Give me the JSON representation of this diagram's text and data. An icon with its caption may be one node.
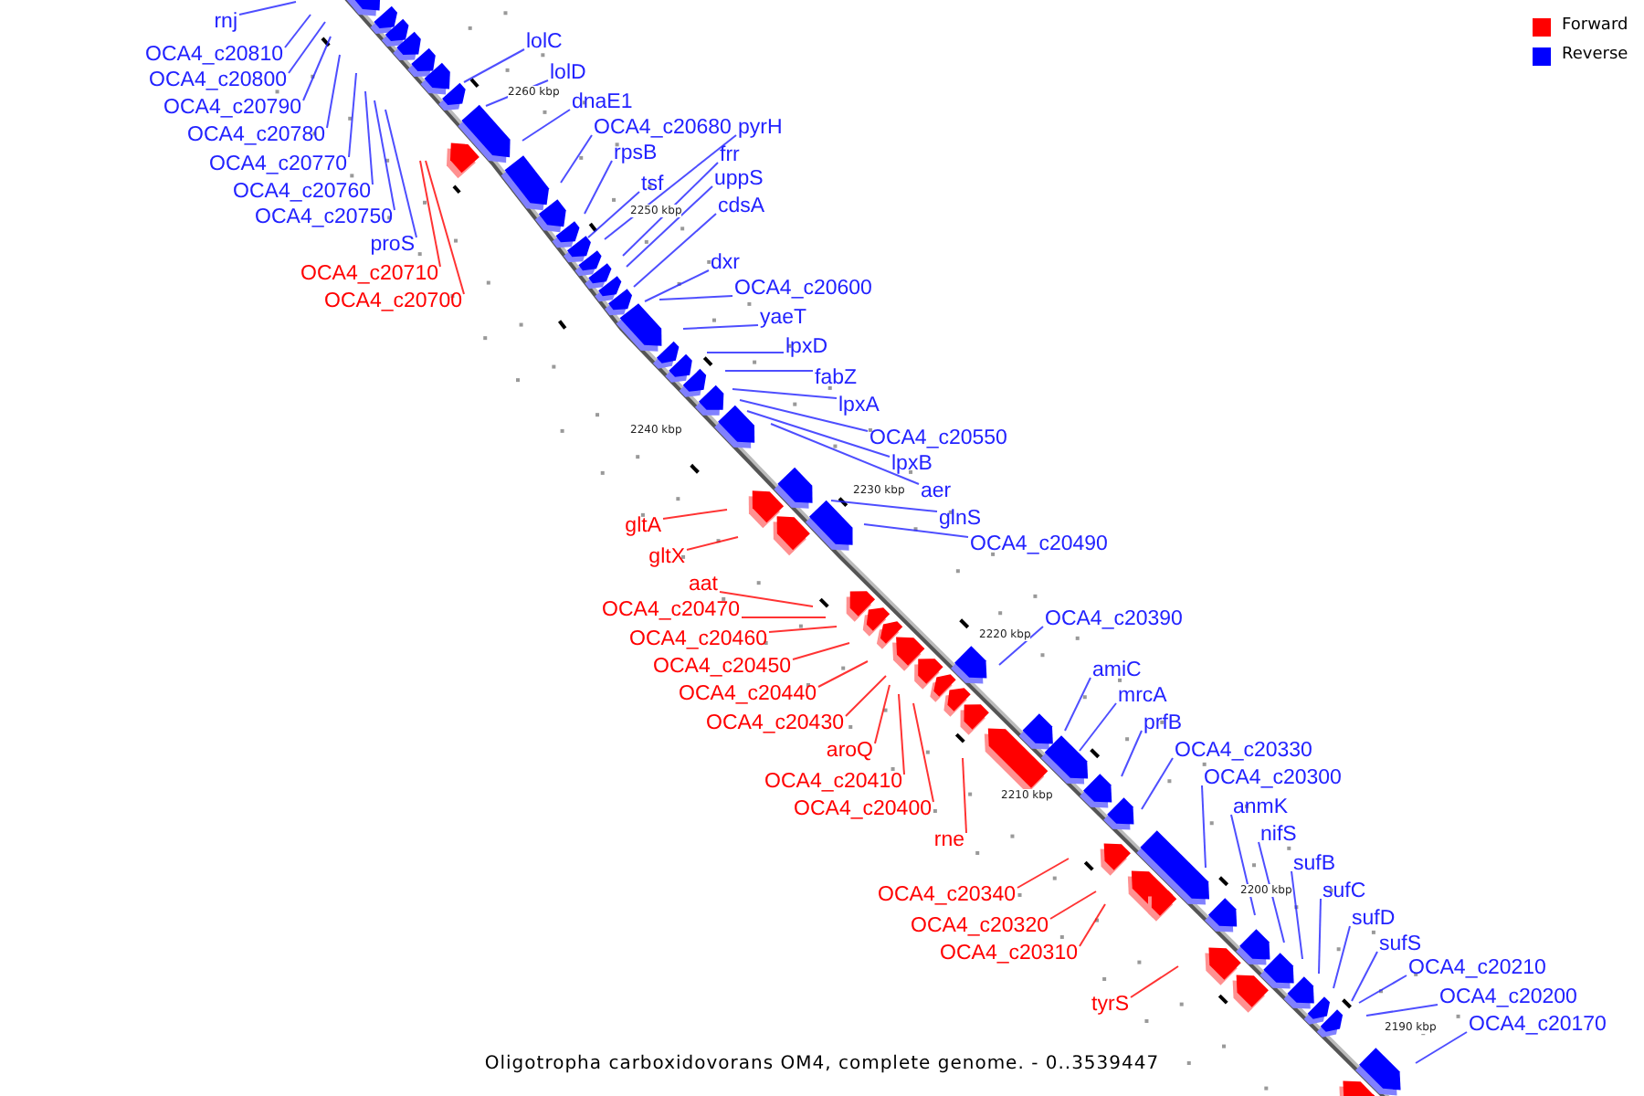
{
  "diagram": {
    "caption": "Oligotropha carboxidovorans OM4, complete genome. - 0..3539447",
    "nodes": [
      {
        "text": [
          "rnj"
        ]
      },
      {
        "text": [
          "OCA4_c20810"
        ]
      },
      {
        "text": [
          "lolC"
        ]
      },
      {
        "text": [
          "OCA4_c20800"
        ]
      },
      {
        "text": [
          "lolD"
        ]
      },
      {
        "text": [
          "OCA4_c20790"
        ]
      },
      {
        "text": [
          "dnaE1"
        ]
      },
      {
        "text": [
          "OCA4_c20680"
        ]
      },
      {
        "text": [
          "pyrH"
        ]
      },
      {
        "text": [
          "OCA4_c20780"
        ]
      },
      {
        "text": [
          "rpsB"
        ]
      },
      {
        "text": [
          "frr"
        ]
      },
      {
        "text": [
          "OCA4_c20770"
        ]
      },
      {
        "text": [
          "uppS"
        ]
      },
      {
        "text": [
          "tsf"
        ]
      },
      {
        "text": [
          "OCA4_c20760"
        ]
      },
      {
        "text": [
          "cdsA"
        ]
      },
      {
        "text": [
          "OCA4_c20750"
        ]
      },
      {
        "text": [
          "proS"
        ]
      },
      {
        "text": [
          "dxr"
        ]
      },
      {
        "text": [
          "OCA4_c20710"
        ]
      },
      {
        "text": [
          "OCA4_c20600"
        ]
      },
      {
        "text": [
          "OCA4_c20700"
        ]
      },
      {
        "text": [
          "yaeT"
        ]
      },
      {
        "text": [
          "lpxD"
        ]
      },
      {
        "text": [
          "fabZ"
        ]
      },
      {
        "text": [
          "lpxA"
        ]
      },
      {
        "text": [
          "OCA4_c20550"
        ]
      },
      {
        "text": [
          "lpxB"
        ]
      },
      {
        "text": [
          "aer"
        ]
      },
      {
        "text": [
          "glnS"
        ]
      },
      {
        "text": [
          "gltA"
        ]
      },
      {
        "text": [
          "OCA4_c20490"
        ]
      },
      {
        "text": [
          "gltX"
        ]
      },
      {
        "text": [
          "aat"
        ]
      },
      {
        "text": [
          "OCA4_c20470"
        ]
      },
      {
        "text": [
          "OCA4_c20390"
        ]
      },
      {
        "text": [
          "OCA4_c20460"
        ]
      },
      {
        "text": [
          "OCA4_c20450"
        ]
      },
      {
        "text": [
          "amiC"
        ]
      },
      {
        "text": [
          "OCA4_c20440"
        ]
      },
      {
        "text": [
          "mrcA"
        ]
      },
      {
        "text": [
          "OCA4_c20430"
        ]
      },
      {
        "text": [
          "prfB"
        ]
      },
      {
        "text": [
          "aroQ"
        ]
      },
      {
        "text": [
          "OCA4_c20330"
        ]
      },
      {
        "text": [
          "OCA4_c20300"
        ]
      },
      {
        "text": [
          "OCA4_c20410"
        ]
      },
      {
        "text": [
          "anmK"
        ]
      },
      {
        "text": [
          "OCA4_c20400"
        ]
      },
      {
        "text": [
          "nifS"
        ]
      },
      {
        "text": [
          "rne"
        ]
      },
      {
        "text": [
          "sufB"
        ]
      },
      {
        "text": [
          "sufC"
        ]
      },
      {
        "text": [
          "OCA4_c20340"
        ]
      },
      {
        "text": [
          "sufD"
        ]
      },
      {
        "text": [
          "OCA4_c20320"
        ]
      },
      {
        "text": [
          "sufS"
        ]
      },
      {
        "text": [
          "OCA4_c20310"
        ]
      },
      {
        "text": [
          "OCA4_c20210"
        ]
      },
      {
        "text": [
          "OCA4_c20200"
        ]
      },
      {
        "text": [
          "tyrS"
        ]
      },
      {
        "text": [
          "OCA4_c20170"
        ]
      }
    ],
    "edges": [
      {
        "from": 0,
        "to": null,
        "arrow": "none"
      },
      {
        "from": 1,
        "to": null,
        "arrow": "none"
      },
      {
        "from": 2,
        "to": null,
        "arrow": "none"
      },
      {
        "from": 3,
        "to": null,
        "arrow": "none"
      },
      {
        "from": 4,
        "to": null,
        "arrow": "none"
      },
      {
        "from": 5,
        "to": null,
        "arrow": "none"
      },
      {
        "from": 6,
        "to": null,
        "arrow": "none"
      },
      {
        "from": 7,
        "to": null,
        "arrow": "none"
      },
      {
        "from": 8,
        "to": null,
        "arrow": "none"
      },
      {
        "from": 9,
        "to": null,
        "arrow": "none"
      },
      {
        "from": 10,
        "to": null,
        "arrow": "none"
      },
      {
        "from": 11,
        "to": null,
        "arrow": "none"
      },
      {
        "from": 12,
        "to": null,
        "arrow": "none"
      },
      {
        "from": 13,
        "to": null,
        "arrow": "none"
      },
      {
        "from": 14,
        "to": null,
        "arrow": "none"
      },
      {
        "from": 15,
        "to": null,
        "arrow": "none"
      },
      {
        "from": 16,
        "to": null,
        "arrow": "none"
      },
      {
        "from": 17,
        "to": null,
        "arrow": "none"
      },
      {
        "from": 18,
        "to": null,
        "arrow": "none"
      },
      {
        "from": 19,
        "to": null,
        "arrow": "none"
      },
      {
        "from": 20,
        "to": null,
        "arrow": "none",
        "color": "#ff0000"
      },
      {
        "from": 21,
        "to": null,
        "arrow": "none"
      },
      {
        "from": 22,
        "to": null,
        "arrow": "none",
        "color": "#ff0000"
      },
      {
        "from": 23,
        "to": null,
        "arrow": "none"
      },
      {
        "from": 24,
        "to": null,
        "arrow": "none"
      },
      {
        "from": 25,
        "to": null,
        "arrow": "none"
      },
      {
        "from": 26,
        "to": null,
        "arrow": "none"
      },
      {
        "from": 27,
        "to": null,
        "arrow": "none"
      },
      {
        "from": 28,
        "to": null,
        "arrow": "none"
      },
      {
        "from": 29,
        "to": null,
        "arrow": "none"
      },
      {
        "from": 30,
        "to": null,
        "arrow": "none"
      },
      {
        "from": 31,
        "to": null,
        "arrow": "none",
        "color": "#ff0000"
      },
      {
        "from": 32,
        "to": null,
        "arrow": "none"
      },
      {
        "from": 33,
        "to": null,
        "arrow": "none",
        "color": "#ff0000"
      },
      {
        "from": 34,
        "to": null,
        "arrow": "none",
        "color": "#ff0000"
      },
      {
        "from": 35,
        "to": null,
        "arrow": "none",
        "color": "#ff0000"
      },
      {
        "from": 36,
        "to": null,
        "arrow": "none"
      },
      {
        "from": 37,
        "to": null,
        "arrow": "none",
        "color": "#ff0000"
      },
      {
        "from": 38,
        "to": null,
        "arrow": "none",
        "color": "#ff0000"
      },
      {
        "from": 39,
        "to": null,
        "arrow": "none"
      },
      {
        "from": 40,
        "to": null,
        "arrow": "none",
        "color": "#ff0000"
      },
      {
        "from": 41,
        "to": null,
        "arrow": "none"
      },
      {
        "from": 42,
        "to": null,
        "arrow": "none",
        "color": "#ff0000"
      },
      {
        "from": 43,
        "to": null,
        "arrow": "none"
      },
      {
        "from": 44,
        "to": null,
        "arrow": "none",
        "color": "#ff0000"
      },
      {
        "from": 45,
        "to": null,
        "arrow": "none"
      },
      {
        "from": 46,
        "to": null,
        "arrow": "none"
      },
      {
        "from": 47,
        "to": null,
        "arrow": "none",
        "color": "#ff0000"
      },
      {
        "from": 48,
        "to": null,
        "arrow": "none"
      },
      {
        "from": 49,
        "to": null,
        "arrow": "none",
        "color": "#ff0000"
      },
      {
        "from": 50,
        "to": null,
        "arrow": "none"
      },
      {
        "from": 51,
        "to": null,
        "arrow": "none",
        "color": "#ff0000"
      },
      {
        "from": 52,
        "to": null,
        "arrow": "none"
      },
      {
        "from": 53,
        "to": null,
        "arrow": "none"
      },
      {
        "from": 54,
        "to": null,
        "arrow": "none",
        "color": "#ff0000"
      },
      {
        "from": 55,
        "to": null,
        "arrow": "none"
      },
      {
        "from": 56,
        "to": null,
        "arrow": "none",
        "color": "#ff0000"
      },
      {
        "from": 57,
        "to": null,
        "arrow": "none"
      },
      {
        "from": 58,
        "to": null,
        "arrow": "none",
        "color": "#ff0000"
      },
      {
        "from": 59,
        "to": null,
        "arrow": "none"
      },
      {
        "from": 60,
        "to": null,
        "arrow": "none"
      },
      {
        "from": 61,
        "to": null,
        "arrow": "none",
        "color": "#ff0000"
      },
      {
        "from": 62,
        "to": null,
        "arrow": "none"
      }
    ],
    "labels": [
      "2260 kbp",
      "2250 kbp",
      "2240 kbp",
      "2230 kbp",
      "2220 kbp",
      "2210 kbp",
      "2200 kbp",
      "2190 kbp"
    ],
    "legend": [
      {
        "text": "Forward",
        "color": "#ff0000"
      },
      {
        "text": "Reverse",
        "color": "#0000ff"
      }
    ]
  }
}
